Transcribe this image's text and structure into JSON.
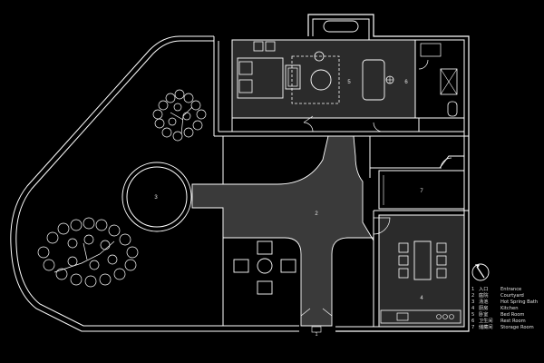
{
  "rooms": [
    {
      "id": "1",
      "zh": "入口",
      "en": "Entrance"
    },
    {
      "id": "2",
      "zh": "庭院",
      "en": "Courtyard"
    },
    {
      "id": "3",
      "zh": "汤池",
      "en": "Hot Spring Bath"
    },
    {
      "id": "4",
      "zh": "厨房",
      "en": "Kitchen"
    },
    {
      "id": "5",
      "zh": "卧室",
      "en": "Bed Room"
    },
    {
      "id": "6",
      "zh": "卫生间",
      "en": "Rest Room"
    },
    {
      "id": "7",
      "zh": "储藏间",
      "en": "Storage Room"
    }
  ],
  "colors": {
    "background": "#000000",
    "line": "#ffffff",
    "interior_fill": "#2b2b2b",
    "path_fill": "#3a3a3a"
  },
  "icons": [
    "north-arrow-icon",
    "tree-icon"
  ]
}
